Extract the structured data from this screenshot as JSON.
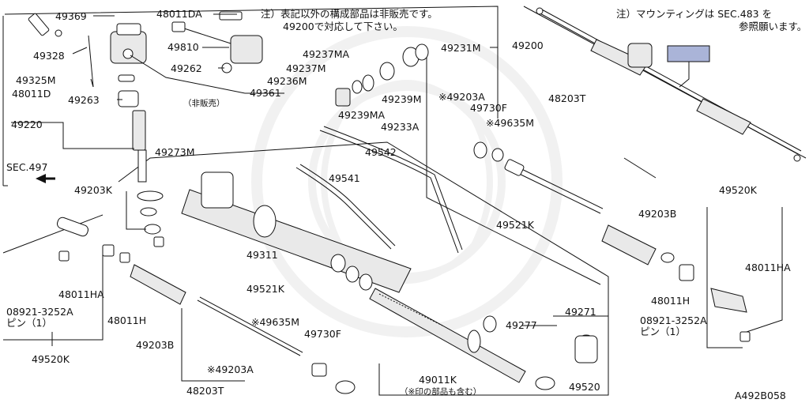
{
  "notes": {
    "top_center_line1": "注）表記以外の構成部品は非販売です。",
    "top_center_line2": "49200で対応して下さい。",
    "top_right_line1": "注）マウンティングは SEC.483 を",
    "top_right_line2": "参照願います。"
  },
  "labels": {
    "p49369": "49369",
    "p49328": "49328",
    "p49325M": "49325M",
    "p48011D": "48011D",
    "p49263": "49263",
    "p49220": "49220",
    "sec497": "SEC.497",
    "p49203K": "49203K",
    "p48011DA": "48011DA",
    "p49810": "49810",
    "p49262": "49262",
    "p49361": "49361",
    "hihanbai": "（非販売）",
    "p49273M": "49273M",
    "p49237MA": "49237MA",
    "p49237M": "49237M",
    "p49236M": "49236M",
    "p49239M": "49239M",
    "p49239MA": "49239MA",
    "p49233A": "49233A",
    "p49231M": "49231M",
    "p49200": "49200",
    "p49203A_top": "※49203A",
    "p49730F_top": "49730F",
    "p49635M_top": "※49635M",
    "p48203T_top": "48203T",
    "p49542": "49542",
    "p49541": "49541",
    "p49521K_top": "49521K",
    "p49203B_right": "49203B",
    "p49520K_right": "49520K",
    "p48011HA_right": "48011HA",
    "p48011H_right": "48011H",
    "pin_part_right": "08921-3252A",
    "pin_qty_right": "ピン（1）",
    "p49311": "49311",
    "p48011HA_left": "48011HA",
    "pin_part_left": "08921-3252A",
    "pin_qty_left": "ピン（1）",
    "p48011H_left": "48011H",
    "p49520K_left": "49520K",
    "p49203B_left": "49203B",
    "p49521K_bot": "49521K",
    "p49635M_bot": "※49635M",
    "p49730F_bot": "49730F",
    "p49203A_bot": "※49203A",
    "p48203T_bot": "48203T",
    "p49271": "49271",
    "p49277": "49277",
    "p49011K": "49011K",
    "p49011K_note": "（※印の部品も含む）",
    "p49520": "49520",
    "figure_code": "A492B058"
  },
  "colors": {
    "line": "#111111",
    "highlight_box": "#aab4d8",
    "watermark": "#d8d8d8"
  }
}
